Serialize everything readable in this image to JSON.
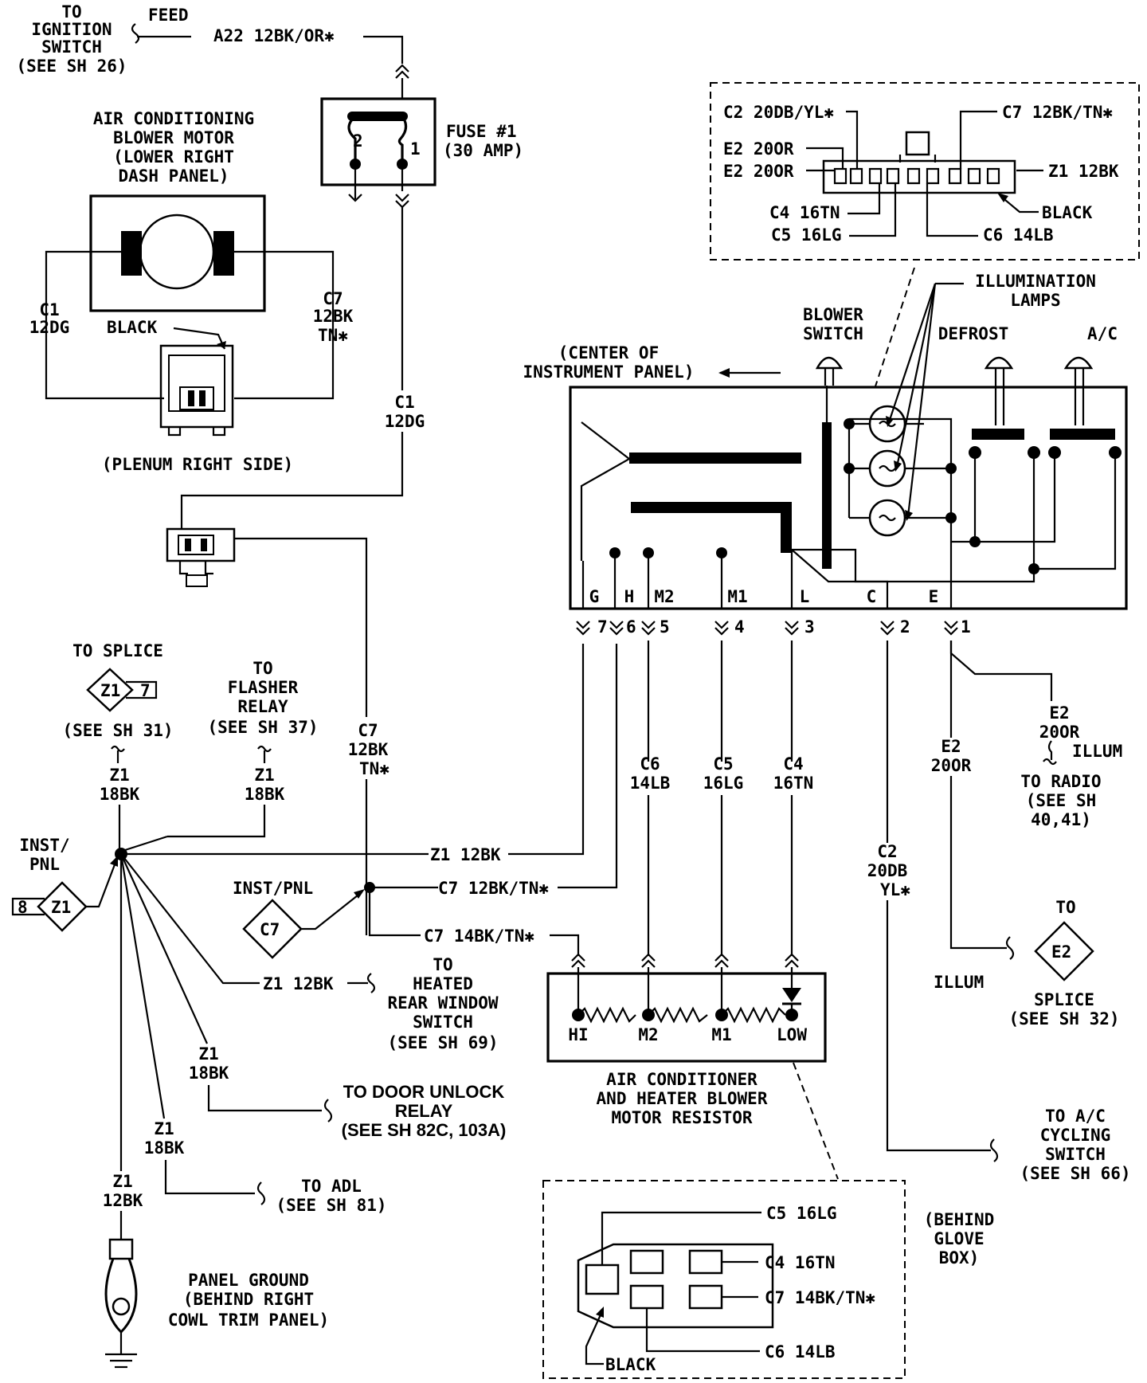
{
  "labels": {
    "to_ignition": [
      "TO",
      "IGNITION",
      "SWITCH",
      "(SEE SH 26)"
    ],
    "feed": "FEED",
    "a22_wire": "A22 12BK/OR✱",
    "fuse": [
      "FUSE #1",
      "(30 AMP)"
    ],
    "fuse_pin_2": "2",
    "fuse_pin_1": "1",
    "blower_motor": [
      "AIR CONDITIONING",
      "BLOWER MOTOR",
      "(LOWER RIGHT",
      "DASH PANEL)"
    ],
    "motor_c1": [
      "C1",
      "12DG"
    ],
    "motor_c7": [
      "C7",
      "12BK",
      "TN✱"
    ],
    "motor_conn_black": "BLACK",
    "plenum": "(PLENUM RIGHT SIDE)",
    "c1_12dg": [
      "C1",
      "12DG"
    ],
    "to_splice": "TO SPLICE",
    "see_sh31": "(SEE SH 31)",
    "splice_z1": "Z1",
    "splice_7": "7",
    "flasher": [
      "TO",
      "FLASHER",
      "RELAY",
      "(SEE SH 37)"
    ],
    "c7_12bk_tn_vert": [
      "C7",
      "12BK",
      "TN✱"
    ],
    "z1_18bk_a": [
      "Z1",
      "18BK"
    ],
    "z1_18bk_b": [
      "Z1",
      "18BK"
    ],
    "inst_pnl_left": [
      "INST/",
      "PNL"
    ],
    "z1_diamond_left": "Z1",
    "eight": "8",
    "z1_12bk_main": "Z1 12BK",
    "inst_pnl_c7": "INST/PNL",
    "c7_diamond": "C7",
    "c7_12bk_tn_h": "C7 12BK/TN✱",
    "c7_14bk_tn_h": "C7 14BK/TN✱",
    "z1_12bk_heated": "Z1 12BK",
    "heated_rear": [
      "TO",
      "HEATED",
      "REAR WINDOW",
      "SWITCH",
      "(SEE SH 69)"
    ],
    "z1_18bk_c": [
      "Z1",
      "18BK"
    ],
    "door_unlock": [
      "TO DOOR UNLOCK",
      "RELAY",
      "(SEE SH 82C, 103A)"
    ],
    "z1_18bk_d": [
      "Z1",
      "18BK"
    ],
    "to_adl": [
      "TO ADL",
      "(SEE SH 81)"
    ],
    "z1_12bk_ground": [
      "Z1",
      "12BK"
    ],
    "panel_ground": [
      "PANEL GROUND",
      "(BEHIND RIGHT",
      "COWL TRIM PANEL)"
    ],
    "switch_conn": {
      "c2": "C2 20DB/YL✱",
      "c7": "C7 12BK/TN✱",
      "e2a": "E2 20OR",
      "e2b": "E2 20OR",
      "z1": "Z1 12BK",
      "c4": "C4 16TN",
      "black": "BLACK",
      "c5": "C5 16LG",
      "c6": "C6 14LB"
    },
    "illumination_lamps": [
      "ILLUMINATION",
      "LAMPS"
    ],
    "blower_switch": [
      "BLOWER",
      "SWITCH"
    ],
    "defrost": "DEFROST",
    "ac": "A/C",
    "center_panel": [
      "(CENTER OF",
      "INSTRUMENT PANEL)"
    ],
    "terminals": [
      "G",
      "H",
      "M2",
      "M1",
      "L",
      "C",
      "E"
    ],
    "pins": [
      "7",
      "6",
      "5",
      "4",
      "3",
      "2",
      "1"
    ],
    "c6_14lb": [
      "C6",
      "14LB"
    ],
    "c5_16lg": [
      "C5",
      "16LG"
    ],
    "c4_16tn": [
      "C4",
      "16TN"
    ],
    "e2_20or_radio": [
      "E2",
      "20OR"
    ],
    "illum_radio": "ILLUM",
    "to_radio": [
      "TO RADIO",
      "(SEE SH",
      "40,41)"
    ],
    "e2_20or_vert": [
      "E2",
      "20OR"
    ],
    "c2_20db": [
      "C2",
      "20DB",
      "YL✱"
    ],
    "illum_splice": "ILLUM",
    "to_e2": "TO",
    "e2_diamond": "E2",
    "splice_sh32": [
      "SPLICE",
      "(SEE SH 32)"
    ],
    "resistor_terms": [
      "HI",
      "M2",
      "M1",
      "LOW"
    ],
    "resistor_title": [
      "AIR CONDITIONER",
      "AND HEATER BLOWER",
      "MOTOR RESISTOR"
    ],
    "ac_cycling": [
      "TO A/C",
      "CYCLING",
      "SWITCH",
      "(SEE SH 66)"
    ],
    "glove_box_conn": {
      "c5": "C5 16LG",
      "c4": "C4 16TN",
      "c7": "C7 14BK/TN✱",
      "c6": "C6 14LB",
      "black": "BLACK"
    },
    "behind_glove": [
      "(BEHIND",
      "GLOVE",
      "BOX)"
    ]
  }
}
